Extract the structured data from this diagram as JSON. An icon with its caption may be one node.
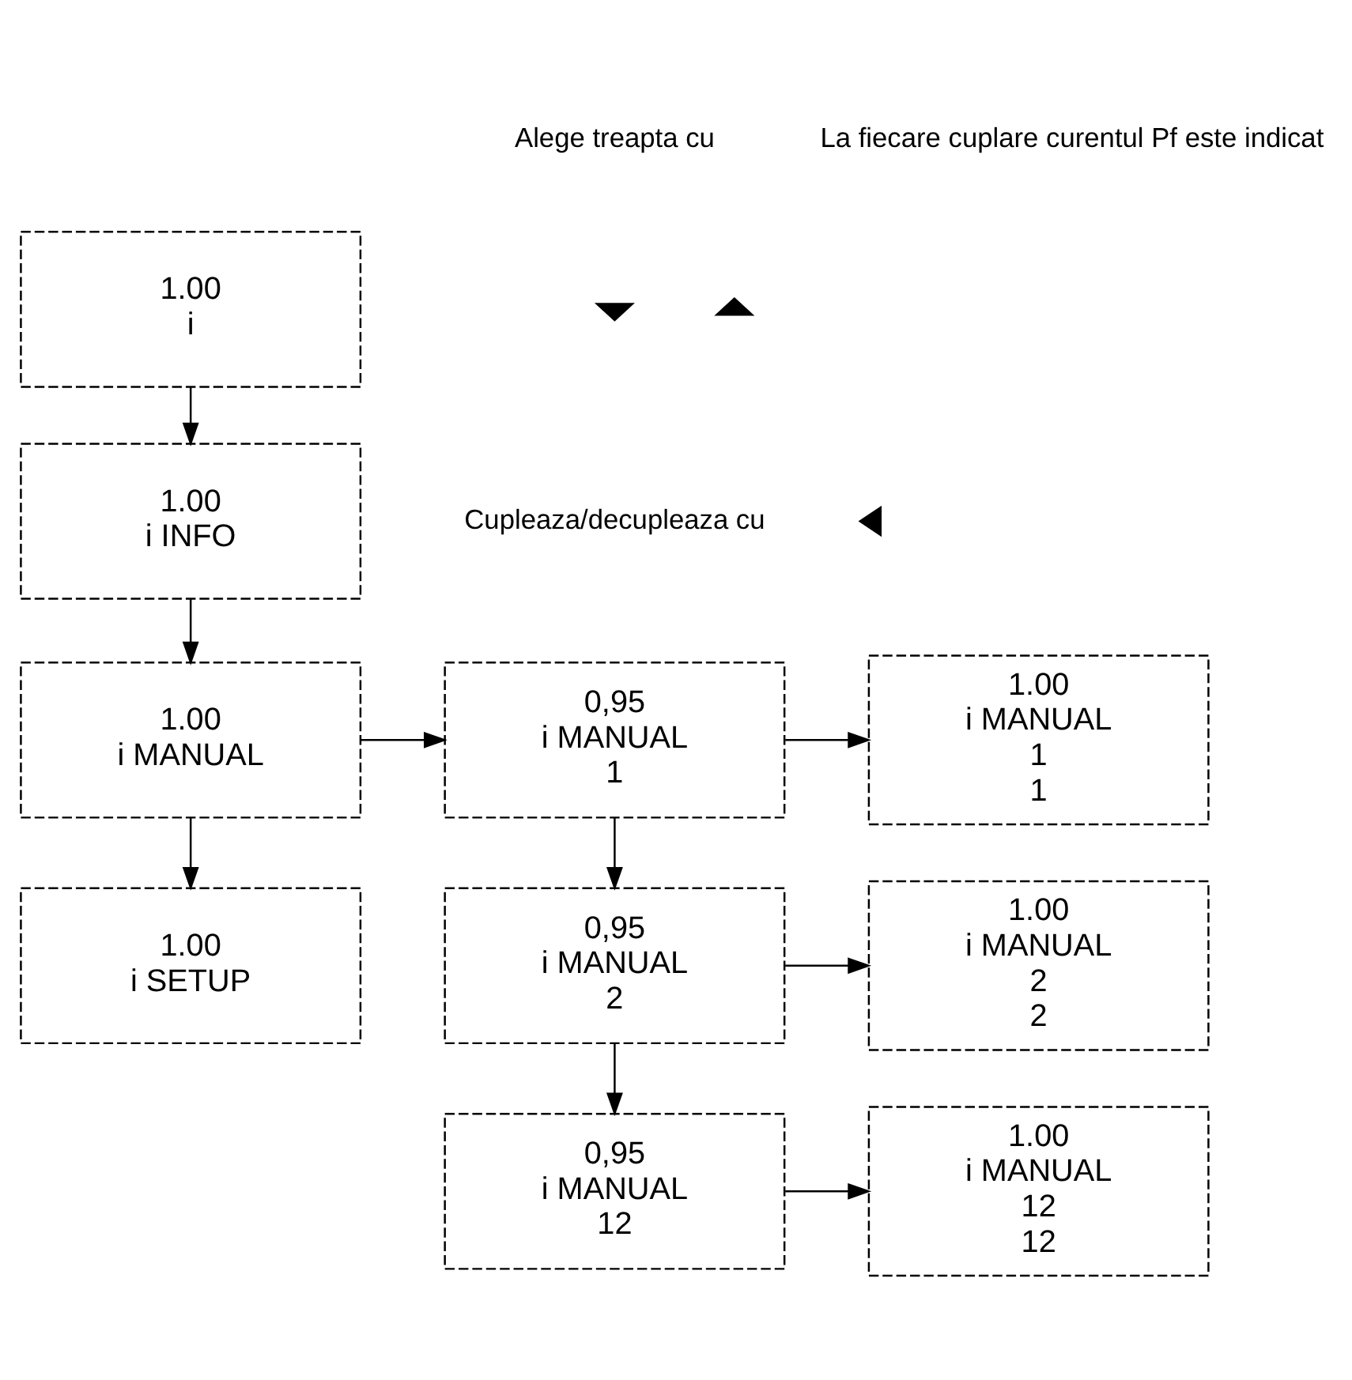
{
  "diagram": {
    "nodes": [
      {
        "text": [
          "1.00",
          "i"
        ]
      },
      {
        "text": [
          "1.00",
          "i INFO"
        ]
      },
      {
        "text": [
          "1.00",
          "i MANUAL"
        ]
      },
      {
        "text": [
          "1.00",
          "i SETUP"
        ]
      },
      {
        "text": [
          "0,95",
          "i MANUAL",
          "1"
        ]
      },
      {
        "text": [
          "1.00",
          "i MANUAL",
          "1",
          "1"
        ]
      },
      {
        "text": [
          "0,95",
          "i MANUAL",
          "2"
        ]
      },
      {
        "text": [
          "1.00",
          "i MANUAL",
          "2",
          "2"
        ]
      },
      {
        "text": [
          "0,95",
          "i MANUAL",
          "12"
        ]
      },
      {
        "text": [
          "1.00",
          "i MANUAL",
          "12",
          "12"
        ]
      }
    ],
    "edges": [
      {
        "from": 0,
        "to": 1,
        "arrow": "to"
      },
      {
        "from": 1,
        "to": 2,
        "arrow": "to"
      },
      {
        "from": 2,
        "to": 3,
        "arrow": "to"
      },
      {
        "from": 2,
        "to": 4,
        "arrow": "to"
      },
      {
        "from": 4,
        "to": 5,
        "arrow": "to"
      },
      {
        "from": 4,
        "to": 6,
        "arrow": "to"
      },
      {
        "from": 6,
        "to": 7,
        "arrow": "to"
      },
      {
        "from": 6,
        "to": 8,
        "arrow": "to"
      },
      {
        "from": 8,
        "to": 9,
        "arrow": "to"
      }
    ],
    "labels": [
      "Alege treapta cu",
      "La fiecare cuplare curentul Pf este indicat",
      "Cupleaza/decupleaza cu"
    ]
  }
}
